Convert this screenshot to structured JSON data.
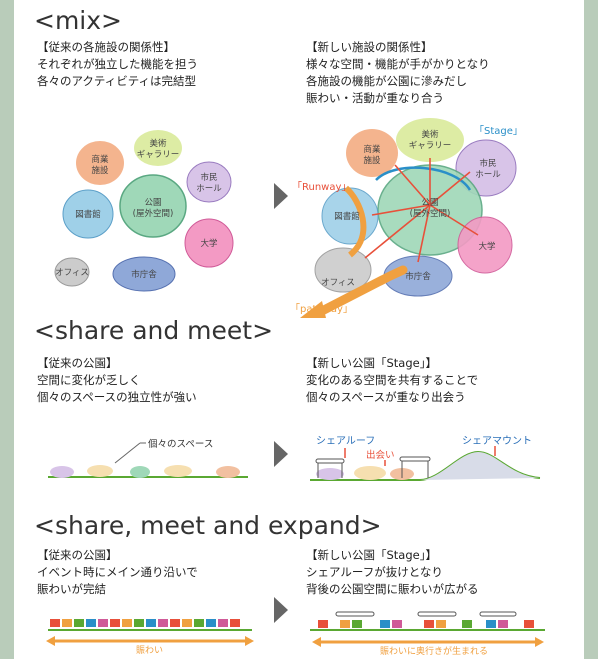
{
  "sections": {
    "mix": {
      "title": "<mix>",
      "left_text": "【従来の各施設の関係性】\nそれぞれが独立した機能を担う\n各々のアクティビティは完結型",
      "right_text": "【新しい施設の関係性】\n様々な空間・機能が手がかりとなり\n各施設の機能が公園に滲みだし\n賑わい・活動が重なり合う",
      "bubbles": {
        "art_gallery": "美術\nギャラリー",
        "commerce": "商業\n施設",
        "civic_hall": "市民\nホール",
        "park": "公園\n(屋外空間)",
        "library": "図書館",
        "university": "大学",
        "office": "オフィス",
        "city_hall": "市庁舎"
      },
      "tags": {
        "stage": "「Stage」",
        "runway": "「Runway」",
        "pathway": "「pathway」"
      }
    },
    "share_meet": {
      "title": "<share and meet>",
      "left_text": "【従来の公園】\n空間に変化が乏しく\n個々のスペースの独立性が強い",
      "right_text": "【新しい公園「Stage」】\n変化のある空間を共有することで\n個々のスペースが重なり出会う",
      "label_space": "個々のスペース",
      "label_roof": "シェアルーフ",
      "label_meet": "出会い",
      "label_mount": "シェアマウント"
    },
    "expand": {
      "title": "<share, meet and expand>",
      "left_text": "【従来の公園】\nイベント時にメイン通り沿いで\n賑わいが完結",
      "right_text": "【新しい公園「Stage」】\nシェアルーフが抜けとなり\n背後の公園空間に賑わいが広がる",
      "label_left": "賑わい",
      "label_right": "賑わいに奥行きが生まれる"
    }
  },
  "colors": {
    "background": "#b9ccba",
    "arrow": "#f0a040",
    "arrow_red": "#e8503a",
    "stage_blue": "#2a8fc8"
  }
}
